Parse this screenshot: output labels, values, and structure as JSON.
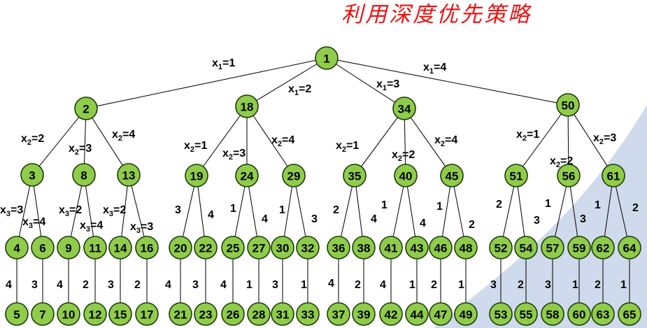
{
  "title": "利用深度优先策略",
  "colors": {
    "node_fill": "#8fcc4a",
    "node_stroke": "#1b3a08",
    "title": "#ee1111",
    "watermark": "#cad6ea"
  },
  "nodes": [
    {
      "id": 1,
      "label": "1"
    },
    {
      "id": 2,
      "label": "2"
    },
    {
      "id": 18,
      "label": "18"
    },
    {
      "id": 34,
      "label": "34"
    },
    {
      "id": 50,
      "label": "50"
    },
    {
      "id": 3,
      "label": "3"
    },
    {
      "id": 8,
      "label": "8"
    },
    {
      "id": 13,
      "label": "13"
    },
    {
      "id": 19,
      "label": "19"
    },
    {
      "id": 24,
      "label": "24"
    },
    {
      "id": 29,
      "label": "29"
    },
    {
      "id": 35,
      "label": "35"
    },
    {
      "id": 40,
      "label": "40"
    },
    {
      "id": 45,
      "label": "45"
    },
    {
      "id": 51,
      "label": "51"
    },
    {
      "id": 56,
      "label": "56"
    },
    {
      "id": 61,
      "label": "61"
    },
    {
      "id": 4,
      "label": "4"
    },
    {
      "id": 6,
      "label": "6"
    },
    {
      "id": 9,
      "label": "9"
    },
    {
      "id": 11,
      "label": "11"
    },
    {
      "id": 14,
      "label": "14"
    },
    {
      "id": 16,
      "label": "16"
    },
    {
      "id": 20,
      "label": "20"
    },
    {
      "id": 22,
      "label": "22"
    },
    {
      "id": 25,
      "label": "25"
    },
    {
      "id": 27,
      "label": "27"
    },
    {
      "id": 30,
      "label": "30"
    },
    {
      "id": 32,
      "label": "32"
    },
    {
      "id": 36,
      "label": "36"
    },
    {
      "id": 38,
      "label": "38"
    },
    {
      "id": 41,
      "label": "41"
    },
    {
      "id": 43,
      "label": "43"
    },
    {
      "id": 46,
      "label": "46"
    },
    {
      "id": 48,
      "label": "48"
    },
    {
      "id": 52,
      "label": "52"
    },
    {
      "id": 54,
      "label": "54"
    },
    {
      "id": 57,
      "label": "57"
    },
    {
      "id": 59,
      "label": "59"
    },
    {
      "id": 62,
      "label": "62"
    },
    {
      "id": 64,
      "label": "64"
    },
    {
      "id": 5,
      "label": "5"
    },
    {
      "id": 7,
      "label": "7"
    },
    {
      "id": 10,
      "label": "10"
    },
    {
      "id": 12,
      "label": "12"
    },
    {
      "id": 15,
      "label": "15"
    },
    {
      "id": 17,
      "label": "17"
    },
    {
      "id": 21,
      "label": "21"
    },
    {
      "id": 23,
      "label": "23"
    },
    {
      "id": 26,
      "label": "26"
    },
    {
      "id": 28,
      "label": "28"
    },
    {
      "id": 31,
      "label": "31"
    },
    {
      "id": 33,
      "label": "33"
    },
    {
      "id": 37,
      "label": "37"
    },
    {
      "id": 39,
      "label": "39"
    },
    {
      "id": 42,
      "label": "42"
    },
    {
      "id": 44,
      "label": "44"
    },
    {
      "id": 47,
      "label": "47"
    },
    {
      "id": 49,
      "label": "49"
    },
    {
      "id": 53,
      "label": "53"
    },
    {
      "id": 55,
      "label": "55"
    },
    {
      "id": 58,
      "label": "58"
    },
    {
      "id": 60,
      "label": "60"
    },
    {
      "id": 63,
      "label": "63"
    },
    {
      "id": 65,
      "label": "65"
    }
  ],
  "edges": [
    {
      "from": 1,
      "to": 2,
      "var": "1",
      "val": "1"
    },
    {
      "from": 1,
      "to": 18,
      "var": "1",
      "val": "2"
    },
    {
      "from": 1,
      "to": 34,
      "var": "1",
      "val": "3"
    },
    {
      "from": 1,
      "to": 50,
      "var": "1",
      "val": "4"
    },
    {
      "from": 2,
      "to": 3,
      "var": "2",
      "val": "2"
    },
    {
      "from": 2,
      "to": 8,
      "var": "2",
      "val": "3"
    },
    {
      "from": 2,
      "to": 13,
      "var": "2",
      "val": "4"
    },
    {
      "from": 18,
      "to": 19,
      "var": "2",
      "val": "1"
    },
    {
      "from": 18,
      "to": 24,
      "var": "2",
      "val": "3"
    },
    {
      "from": 18,
      "to": 29,
      "var": "2",
      "val": "4"
    },
    {
      "from": 34,
      "to": 35,
      "var": "2",
      "val": "1"
    },
    {
      "from": 34,
      "to": 40,
      "var": "2",
      "val": "2"
    },
    {
      "from": 34,
      "to": 45,
      "var": "2",
      "val": "4"
    },
    {
      "from": 50,
      "to": 51,
      "var": "2",
      "val": "1"
    },
    {
      "from": 50,
      "to": 56,
      "var": "2",
      "val": "2"
    },
    {
      "from": 50,
      "to": 61,
      "var": "2",
      "val": "3"
    },
    {
      "from": 3,
      "to": 4,
      "var": "3",
      "val": "3"
    },
    {
      "from": 3,
      "to": 6,
      "var": "3",
      "val": "4"
    },
    {
      "from": 8,
      "to": 9,
      "var": "3",
      "val": "2"
    },
    {
      "from": 8,
      "to": 11,
      "var": "3",
      "val": "4"
    },
    {
      "from": 13,
      "to": 14,
      "var": "3",
      "val": "2"
    },
    {
      "from": 13,
      "to": 16,
      "var": "3",
      "val": "3"
    },
    {
      "from": 19,
      "to": 20,
      "val": "3"
    },
    {
      "from": 19,
      "to": 22,
      "val": "4"
    },
    {
      "from": 24,
      "to": 25,
      "val": "1"
    },
    {
      "from": 24,
      "to": 27,
      "val": "4"
    },
    {
      "from": 29,
      "to": 30,
      "val": "1"
    },
    {
      "from": 29,
      "to": 32,
      "val": "3"
    },
    {
      "from": 35,
      "to": 36,
      "val": "2"
    },
    {
      "from": 35,
      "to": 38,
      "val": "4"
    },
    {
      "from": 40,
      "to": 41,
      "val": "1"
    },
    {
      "from": 40,
      "to": 43,
      "val": "4"
    },
    {
      "from": 45,
      "to": 46,
      "val": "1"
    },
    {
      "from": 45,
      "to": 48,
      "val": "2"
    },
    {
      "from": 51,
      "to": 52,
      "val": "2"
    },
    {
      "from": 51,
      "to": 54,
      "val": "3"
    },
    {
      "from": 56,
      "to": 57,
      "val": "1"
    },
    {
      "from": 56,
      "to": 59,
      "val": "3"
    },
    {
      "from": 61,
      "to": 62,
      "val": "1"
    },
    {
      "from": 61,
      "to": 64,
      "val": "2"
    },
    {
      "from": 4,
      "to": 5,
      "val": "4"
    },
    {
      "from": 6,
      "to": 7,
      "val": "3"
    },
    {
      "from": 9,
      "to": 10,
      "val": "4"
    },
    {
      "from": 11,
      "to": 12,
      "val": "2"
    },
    {
      "from": 14,
      "to": 15,
      "val": "3"
    },
    {
      "from": 16,
      "to": 17,
      "val": "2"
    },
    {
      "from": 20,
      "to": 21,
      "val": "4"
    },
    {
      "from": 22,
      "to": 23,
      "val": "3"
    },
    {
      "from": 25,
      "to": 26,
      "val": "4"
    },
    {
      "from": 27,
      "to": 28,
      "val": "1"
    },
    {
      "from": 30,
      "to": 31,
      "val": "3"
    },
    {
      "from": 32,
      "to": 33,
      "val": "1"
    },
    {
      "from": 36,
      "to": 37,
      "val": "4"
    },
    {
      "from": 38,
      "to": 39,
      "val": "2"
    },
    {
      "from": 41,
      "to": 42,
      "val": "4"
    },
    {
      "from": 43,
      "to": 44,
      "val": "1"
    },
    {
      "from": 46,
      "to": 47,
      "val": "2"
    },
    {
      "from": 48,
      "to": 49,
      "val": "1"
    },
    {
      "from": 52,
      "to": 53,
      "val": "3"
    },
    {
      "from": 54,
      "to": 55,
      "val": "2"
    },
    {
      "from": 57,
      "to": 58,
      "val": "3"
    },
    {
      "from": 59,
      "to": 60,
      "val": "1"
    },
    {
      "from": 62,
      "to": 63,
      "val": "2"
    },
    {
      "from": 64,
      "to": 65,
      "val": "1"
    }
  ]
}
